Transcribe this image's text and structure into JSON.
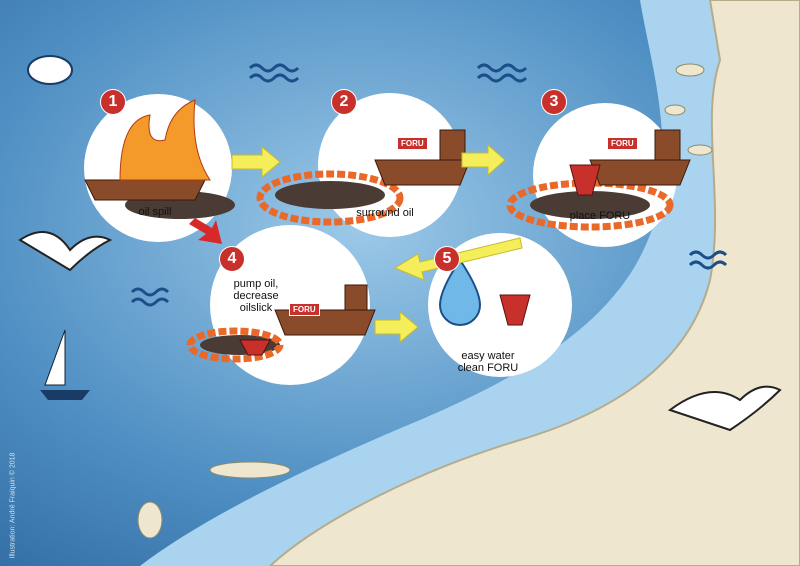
{
  "steps": [
    {
      "number": "1",
      "label": "oil spill"
    },
    {
      "number": "2",
      "label": "surround oil"
    },
    {
      "number": "3",
      "label": "place FORU"
    },
    {
      "number": "4",
      "label": "pump oil, decrease oilslick"
    },
    {
      "number": "5",
      "label": "easy water clean FORU"
    }
  ],
  "device_label": "FORU",
  "credit": "Illustration: André Fraiquin © 2018",
  "colors": {
    "sea": "#3d7fb5",
    "land": "#efe6cf",
    "badge": "#c8302b",
    "arrow": "#f4ee5a",
    "boom": "#e8692a"
  }
}
